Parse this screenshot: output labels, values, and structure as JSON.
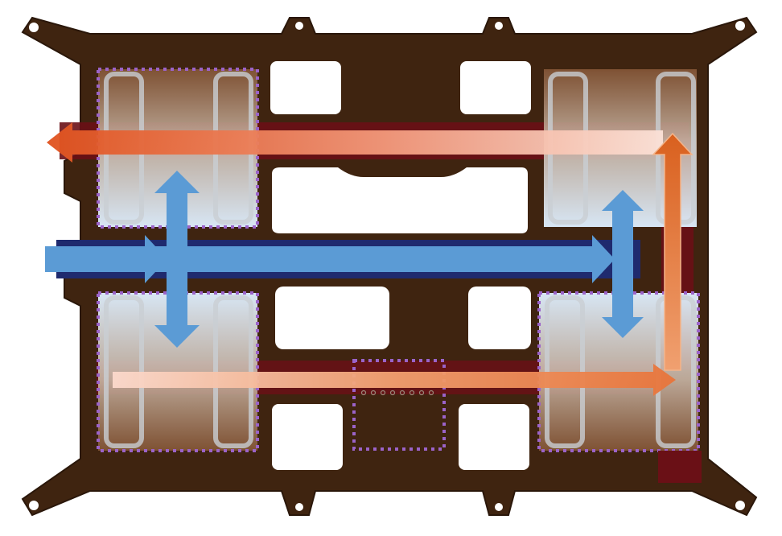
{
  "colors": {
    "background": "#ffffff",
    "plate": "#3f2410",
    "plate_edge": "#2a170a",
    "hole_fill": "#ffffff",
    "hot_channel": "#6a1016",
    "cold_channel": "#1f2a6e",
    "zone_outline": "#9b63c9",
    "pad_light": "#dfeefb",
    "pad_frame": "#c9ced3",
    "cold_arrow": "#5b9bd5",
    "hot_arrow": "#e0521e",
    "hot_arrow_light": "#f7c5b8",
    "vertical_hot_arrow": "#e07a2a"
  },
  "regions": [
    {
      "name": "cold-plate-top-left"
    },
    {
      "name": "cold-plate-top-right"
    },
    {
      "name": "cold-plate-bottom-left"
    },
    {
      "name": "cold-plate-bottom-right"
    },
    {
      "name": "center-bottom-zone"
    }
  ],
  "flows": [
    {
      "name": "coolant-inlet",
      "kind": "cold",
      "direction": "right"
    },
    {
      "name": "left-exchange",
      "kind": "cold",
      "direction": "bidirectional-vertical"
    },
    {
      "name": "right-exchange",
      "kind": "cold",
      "direction": "bidirectional-vertical"
    },
    {
      "name": "bottom-hot-flow",
      "kind": "hot",
      "direction": "right"
    },
    {
      "name": "riser-hot-flow",
      "kind": "hot",
      "direction": "up"
    },
    {
      "name": "top-hot-return",
      "kind": "hot",
      "direction": "left"
    }
  ]
}
